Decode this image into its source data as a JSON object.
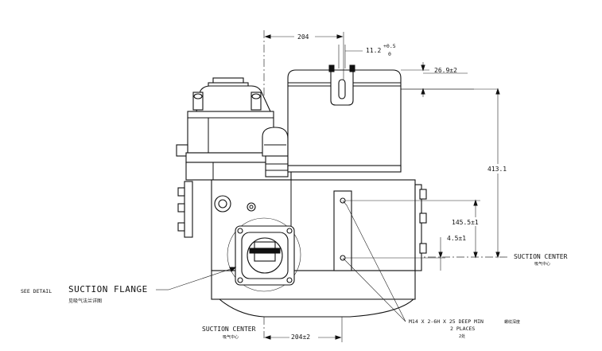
{
  "dimensions": {
    "top_width": "204",
    "slot_offset": "11.2",
    "slot_tol_upper": "+0.5",
    "slot_tol_lower": "0",
    "top_offset": "26.9±2",
    "total_height": "413.1",
    "mid_height": "145.5±1",
    "small_height": "4.5±1",
    "bottom_width": "204±2"
  },
  "labels": {
    "see_detail": "SEE DETAIL",
    "suction_flange": "SUCTION FLANGE",
    "suction_flange_cn": "见吸气法兰详图",
    "suction_center_right": "SUCTION CENTER",
    "suction_center_right_cn": "吸气中心",
    "suction_center_bottom": "SUCTION CENTER",
    "suction_center_bottom_cn": "吸气中心",
    "thread_note": "M14 X 2-6H X 25 DEEP MIN",
    "thread_note_cn": "螺纹深度",
    "thread_places": "2 PLACES",
    "thread_places_cn": "2处"
  }
}
